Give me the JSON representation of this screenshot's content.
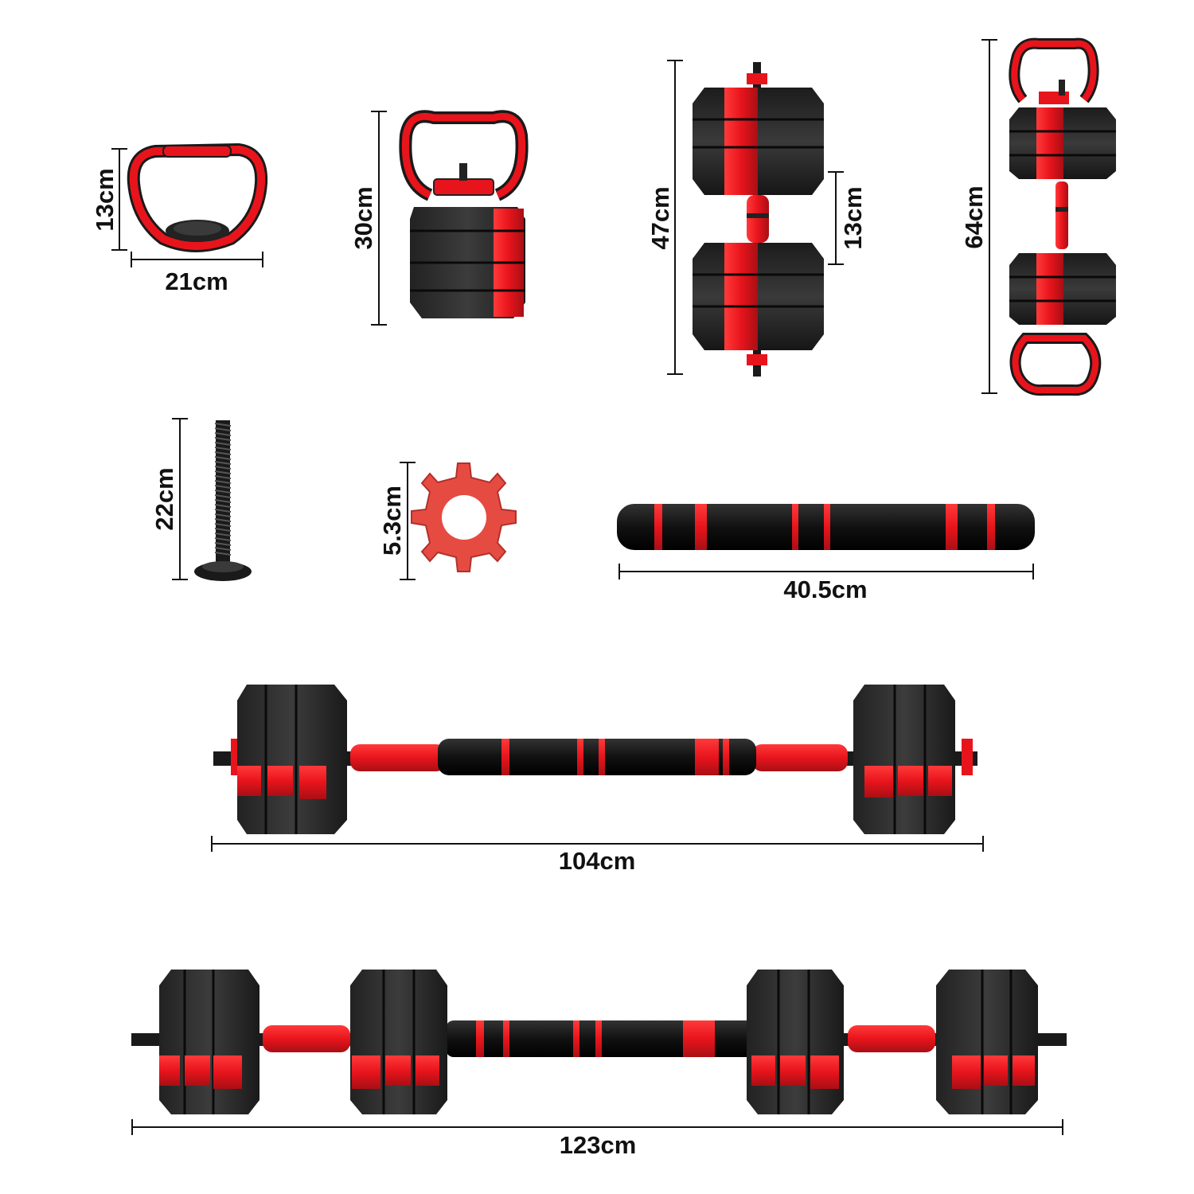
{
  "colors": {
    "black": "#141414",
    "red": "#e8141c",
    "dark_red": "#a80f15",
    "grey": "#3a3a3a",
    "line": "#111111"
  },
  "dimensions": {
    "handle_height": "13cm",
    "handle_width": "21cm",
    "kettlebell_height": "30cm",
    "dumbbell_length": "47cm",
    "dumbbell_grip": "13cm",
    "dual_kettlebell_length": "64cm",
    "screw_bar_length": "22cm",
    "nut_diameter": "5.3cm",
    "connector_length": "40.5cm",
    "barbell_length": "104cm",
    "long_barbell_length": "123cm"
  }
}
